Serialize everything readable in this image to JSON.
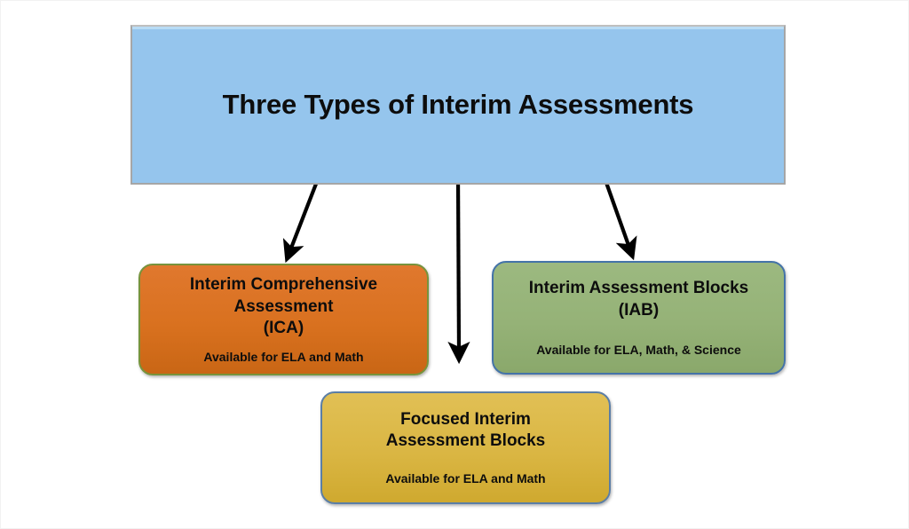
{
  "diagram": {
    "title": "Three Types of Interim Assessments",
    "nodes": [
      {
        "id": "ica",
        "title_line1": "Interim Comprehensive",
        "title_line2": "Assessment",
        "title_line3": "(ICA)",
        "subtitle": "Available for ELA and Math",
        "fill_color": "#d9711f",
        "border_color": "#77933c"
      },
      {
        "id": "iab",
        "title_line1": "Interim Assessment Blocks",
        "title_line2": "(IAB)",
        "subtitle": "Available for ELA, Math, & Science",
        "fill_color": "#95b277",
        "border_color": "#4473a8"
      },
      {
        "id": "fiab",
        "title_line1": "Focused Interim",
        "title_line2": "Assessment Blocks",
        "subtitle": "Available for ELA and Math",
        "fill_color": "#dab643",
        "border_color": "#5b7ea6"
      }
    ],
    "title_fill_color": "#95c5ed",
    "title_border_color": "#a6a6a6",
    "background_color": "#ffffff",
    "arrow_color": "#000000",
    "connectors": [
      {
        "name": "arrow-to-ica",
        "from": "title",
        "to": "ica"
      },
      {
        "name": "arrow-to-fiab",
        "from": "title",
        "to": "fiab"
      },
      {
        "name": "arrow-to-iab",
        "from": "title",
        "to": "iab"
      }
    ]
  }
}
